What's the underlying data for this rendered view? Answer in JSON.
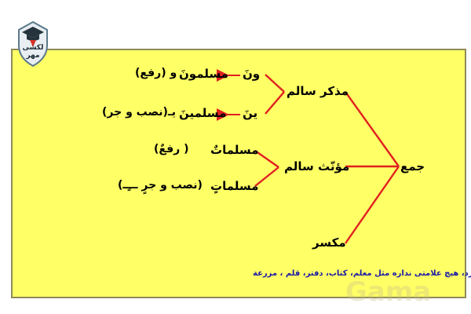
{
  "logo": {
    "text_line1": "لکشی",
    "text_line2": "مهر",
    "icon": "graduation-cap-icon"
  },
  "root": {
    "label": "جمع"
  },
  "branches": {
    "masculine": {
      "label": "مذکر سالم"
    },
    "feminine": {
      "label": "مؤنّث سالم"
    },
    "broken": {
      "label": "مکسر"
    }
  },
  "masculine_rows": [
    {
      "suffix": "ونَ",
      "word": "مسلمونَ",
      "case": "و (رفع)"
    },
    {
      "suffix": "ینَ",
      "word": "مسلمینَ",
      "case": "یـ(نصب و جر)"
    }
  ],
  "feminine_rows": [
    {
      "word": "مسلماتٌ",
      "case": "( رفعٌ)"
    },
    {
      "word": "مسلماتٍ",
      "case": "(نصب و جرٍ ـــٍـ)"
    }
  ],
  "footer_note": "مفرد، هیچ علامتی نداره مثل معلم، کتاب، دفتر، قلم ، مزرعة",
  "watermark": "Gama",
  "colors": {
    "panel": "#ffff66",
    "lines": "#e02020",
    "arrows": "#e02020",
    "note": "#1a1aa6"
  }
}
